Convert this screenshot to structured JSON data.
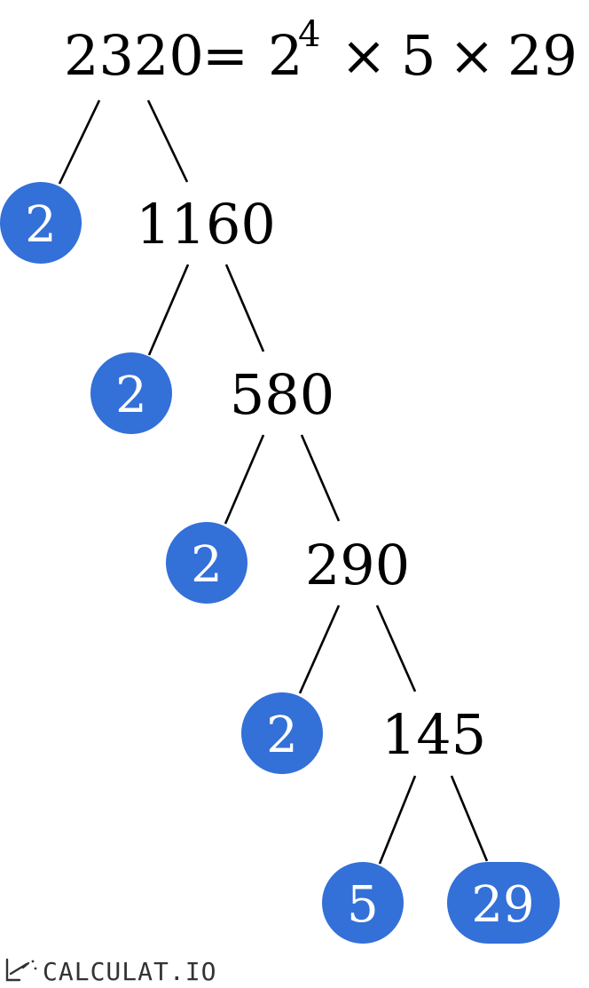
{
  "equation": {
    "number": "2320",
    "equals": "=",
    "base": "2",
    "exponent": "4",
    "times": "×",
    "factor2": "5",
    "factor3": "29"
  },
  "tree": {
    "composites": [
      "1160",
      "580",
      "290",
      "145"
    ],
    "leaves": [
      "2",
      "2",
      "2",
      "2",
      "5",
      "29"
    ]
  },
  "brand": {
    "text": "CALCULAT.IO"
  },
  "colors": {
    "leaf": "#3370d8",
    "text": "#000000",
    "leaf_text": "#ffffff"
  }
}
